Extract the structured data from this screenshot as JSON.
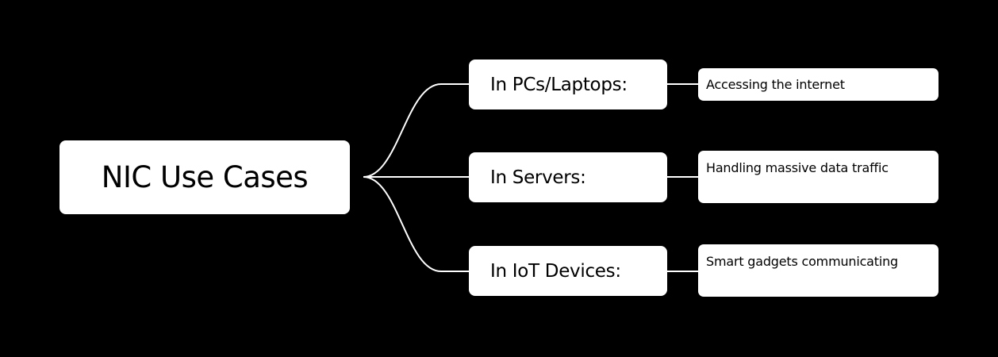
{
  "diagram": {
    "root": {
      "label": "NIC Use Cases"
    },
    "branches": [
      {
        "label": "In PCs/Laptops:",
        "detail": "Accessing the internet"
      },
      {
        "label": "In Servers:",
        "detail": "Handling massive data traffic"
      },
      {
        "label": "In IoT Devices:",
        "detail": "Smart gadgets communicating"
      }
    ]
  },
  "colors": {
    "background": "#000000",
    "node_fill": "#ffffff",
    "connector": "#ffffff",
    "text": "#000000"
  }
}
